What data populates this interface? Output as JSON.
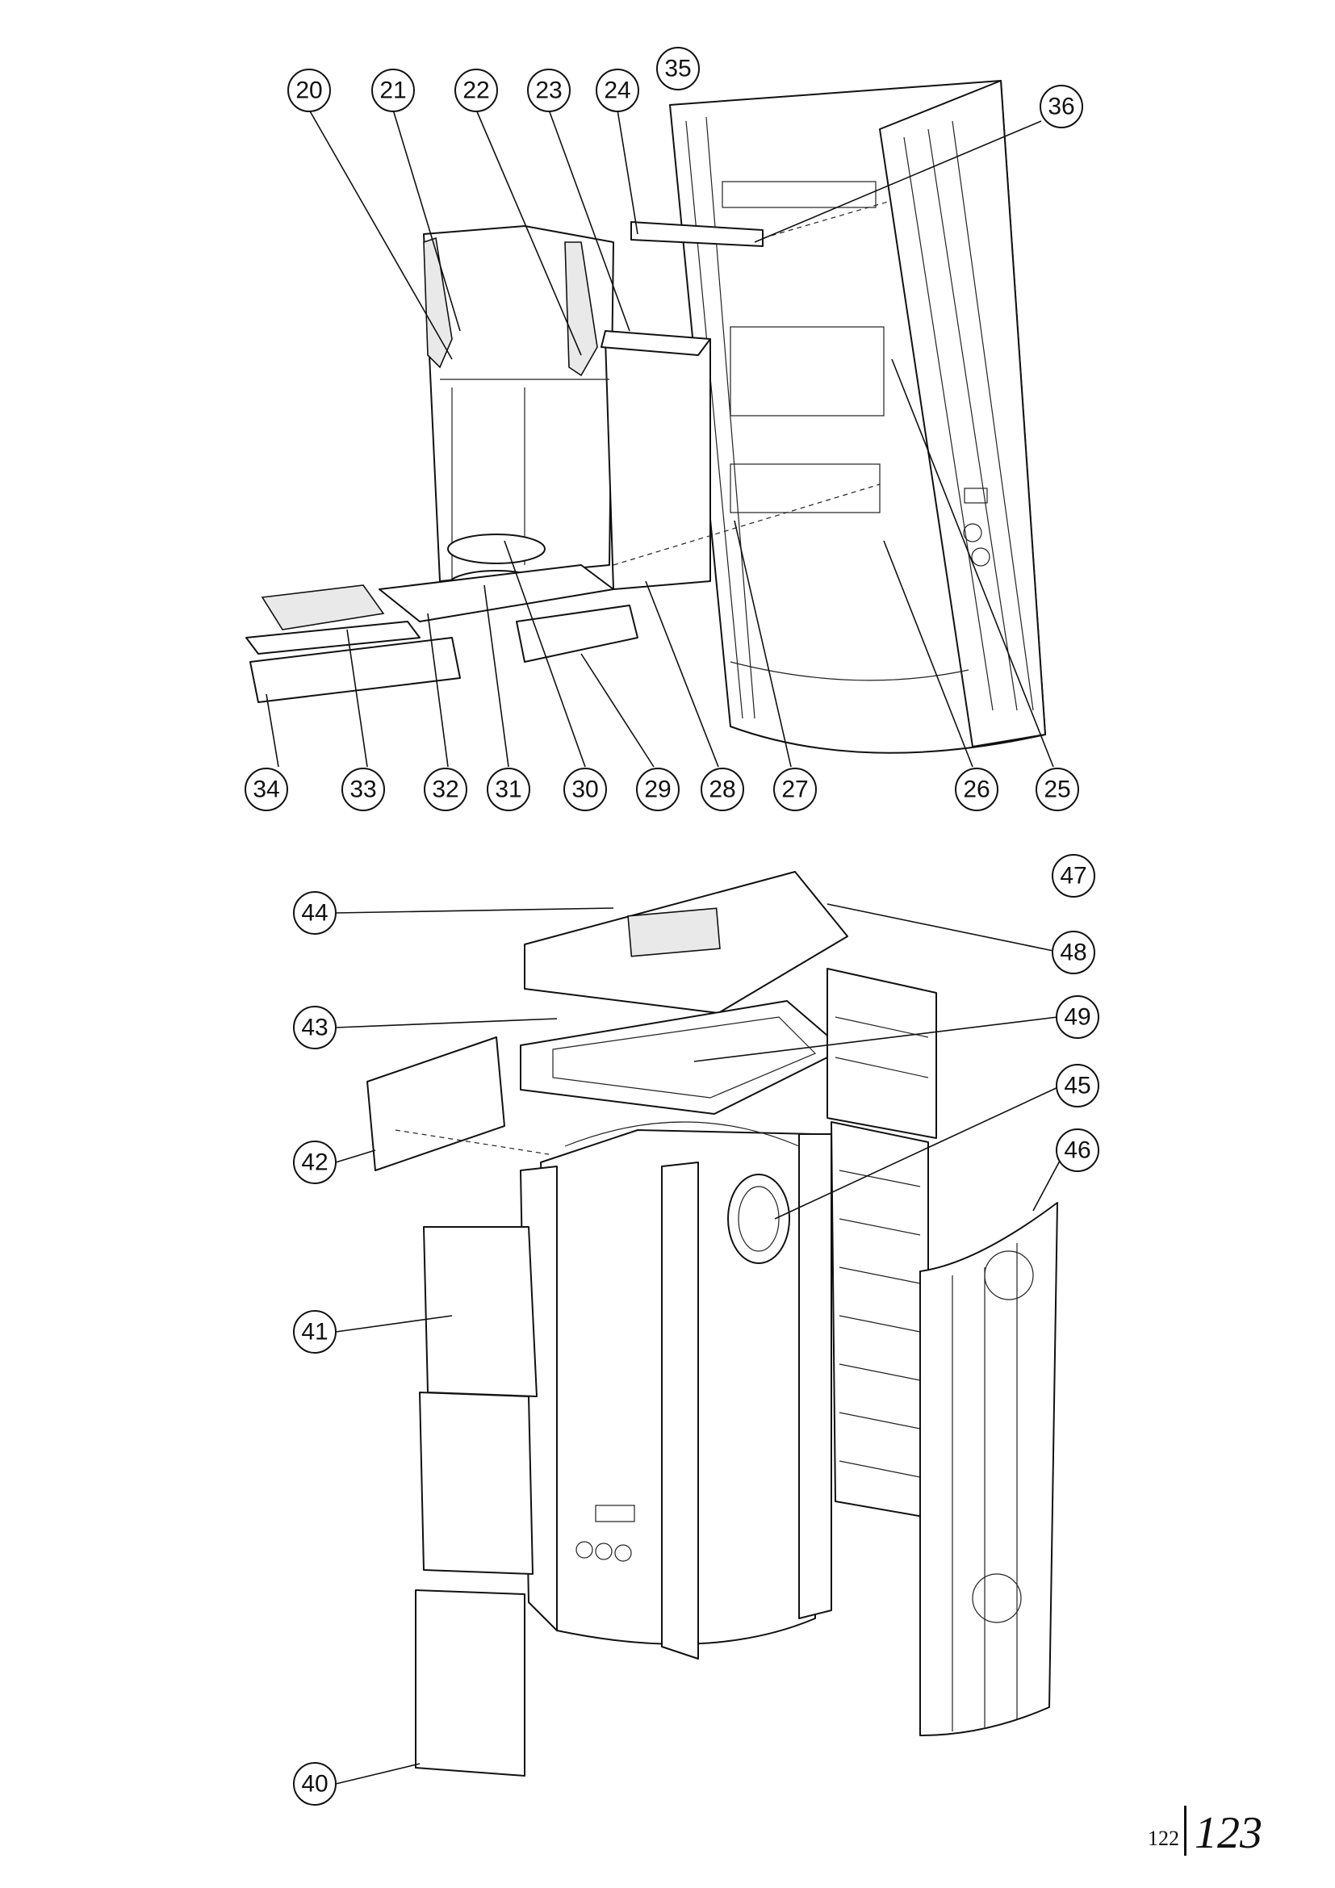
{
  "callouts_top": [
    "20",
    "21",
    "22",
    "23",
    "24",
    "35",
    "36",
    "34",
    "33",
    "32",
    "31",
    "30",
    "29",
    "28",
    "27",
    "26",
    "25"
  ],
  "callouts_bottom": [
    "44",
    "47",
    "48",
    "43",
    "49",
    "42",
    "45",
    "46",
    "41",
    "40"
  ],
  "page": {
    "left_number": "122",
    "right_number": "123"
  }
}
